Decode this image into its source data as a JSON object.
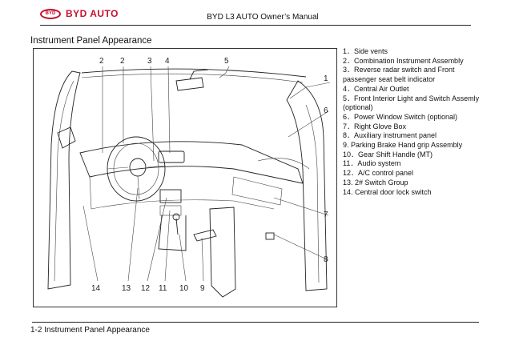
{
  "header": {
    "logo_mark": "BYD",
    "logo_text": "BYD AUTO",
    "title": "BYD L3 AUTO Owner’s Manual"
  },
  "section_title": "Instrument Panel Appearance",
  "legend": [
    "1．Side vents",
    "2．Combination Instrument Assembly",
    "3．Reverse radar switch and Front passenger seat belt indicator",
    "4．Central Air Outlet",
    "5．Front Interior Light and Switch Assemly (optional)",
    "6．Power Window Switch (optional)",
    "7．Right Glove Box",
    "8．Auxiliary instrument panel",
    "9. Parking Brake Hand grip Assembly",
    "10．Gear Shift Handle (MT)",
    "11．Audio system",
    "12．A/C control panel",
    "13. 2# Switch Group",
    "14. Central door lock switch"
  ],
  "callouts": [
    "1",
    "2",
    "3",
    "4",
    "5",
    "6",
    "7",
    "8",
    "9",
    "10",
    "11",
    "12",
    "13",
    "14"
  ],
  "footer": "1-2 Instrument Panel Appearance",
  "colors": {
    "brand_red": "#c8102e",
    "line": "#222222"
  },
  "icons": {
    "logo": "byd-oval-logo-icon"
  }
}
